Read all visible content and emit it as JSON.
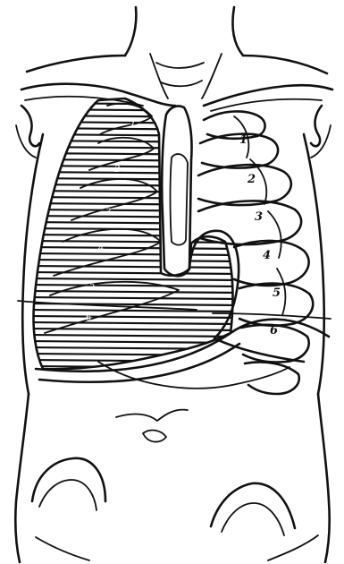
{
  "figure": {
    "right_rib_numbers": [
      "1",
      "2",
      "3",
      "4",
      "5",
      "6"
    ],
    "left_rib_numbers": [
      "1",
      "2",
      "3",
      "4",
      "5",
      "6"
    ]
  }
}
